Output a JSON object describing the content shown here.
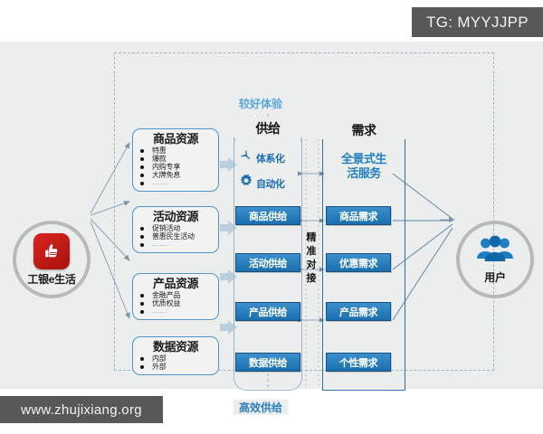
{
  "watermarks": {
    "top_right": "TG: MYYJJPP",
    "bottom_left": "www.zhujixiang.org"
  },
  "diagram": {
    "frame_caption_top": "较好体验",
    "frame_caption_bottom": "高效供给",
    "left_node": {
      "label": "工银e生活",
      "icon": "thumbs-up-app-icon"
    },
    "right_node": {
      "label": "用户",
      "icon": "users-group-icon"
    },
    "resources": [
      {
        "title": "商品资源",
        "items": [
          "特惠",
          "爆款",
          "内购专享",
          "大牌免息",
          "......"
        ]
      },
      {
        "title": "活动资源",
        "items": [
          "促销活动",
          "普惠民生活动",
          "......"
        ]
      },
      {
        "title": "产品资源",
        "items": [
          "金融产品",
          "优质权益",
          "......"
        ]
      },
      {
        "title": "数据资源",
        "items": [
          "内部",
          "外部"
        ]
      }
    ],
    "supply": {
      "title": "供给",
      "features": [
        {
          "label": "体系化",
          "icon": "propeller-icon"
        },
        {
          "label": "自动化",
          "icon": "gear-icon"
        }
      ],
      "chips": [
        "商品供给",
        "活动供给",
        "产品供给",
        "数据供给"
      ]
    },
    "demand": {
      "title": "需求",
      "headline": "全景式生活服务",
      "headline_line1": "全景式生",
      "headline_line2": "活服务",
      "chips": [
        "商品需求",
        "优惠需求",
        "产品需求",
        "个性需求"
      ]
    },
    "match_label": "精准对接",
    "colors": {
      "accent_blue": "#1a6fae",
      "light_blue": "#3a8fd0",
      "app_red": "#c0191a",
      "canvas": "#eceded",
      "watermark_bg": "#585858"
    }
  }
}
